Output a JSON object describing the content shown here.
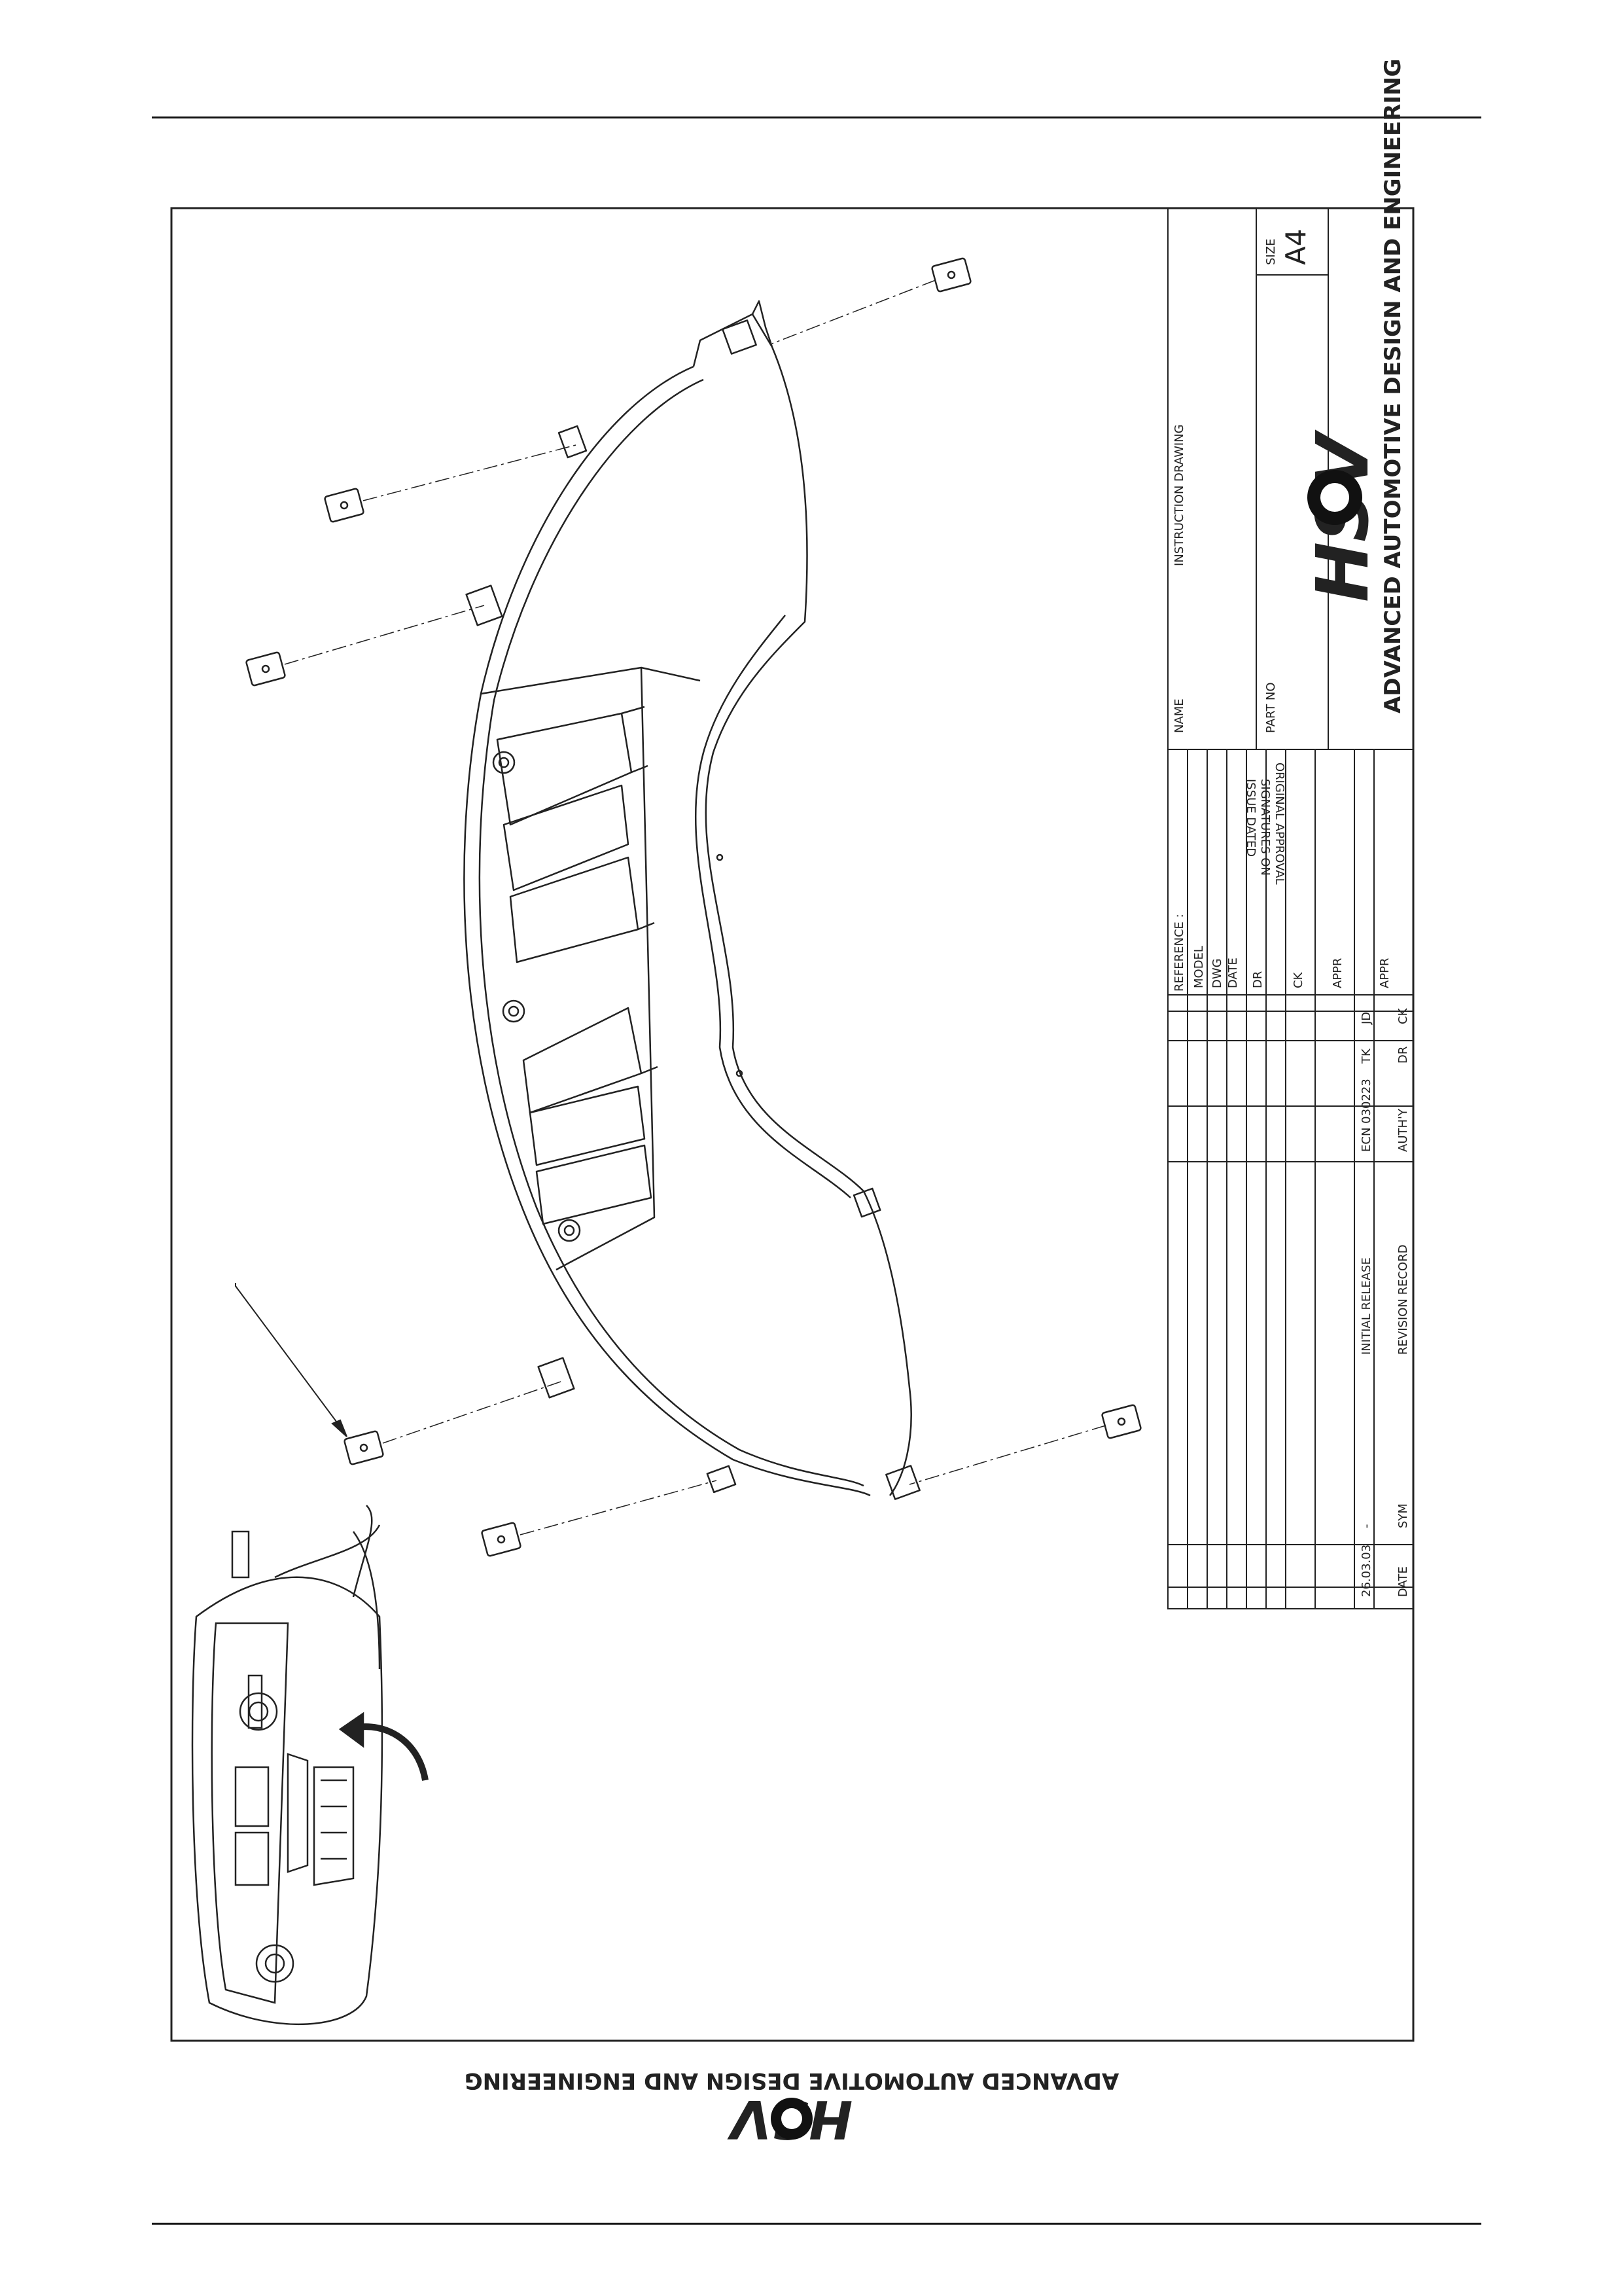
{
  "title_block": {
    "reference_label": "REFERENCE :",
    "model_label": "MODEL",
    "dwg_date_label_1": "DWG",
    "dwg_date_label_2": "DATE",
    "dr_label": "DR",
    "ck_label": "CK",
    "appr_label": "APPR",
    "appr2_label": "APPR",
    "signatures_line1": "ORIGINAL APPROVAL",
    "signatures_line2": "SIGNATURES ON",
    "signatures_line3": "ISSUE DATED",
    "name_label": "NAME",
    "name_value": "INSTRUCTION DRAWING",
    "part_no_label": "PART NO",
    "size_label": "SIZE",
    "size_value": "A4",
    "company": "ADVANCED AUTOMOTIVE DESIGN AND ENGINEERING",
    "logo_text": "HSV"
  },
  "revision_record": {
    "row": {
      "date": "26.03.03",
      "sym": "-",
      "description": "INITIAL RELEASE",
      "authy": "ECN 030223",
      "dr": "TK",
      "ck": "JD"
    },
    "headers": {
      "date": "DATE",
      "sym": "SYM",
      "description": "REVISION RECORD",
      "authy": "AUTH'Y",
      "dr": "DR",
      "ck": "CK"
    }
  },
  "footer": {
    "company": "ADVANCED AUTOMOTIVE DESIGN AND ENGINEERING",
    "logo_text": "HSV"
  }
}
